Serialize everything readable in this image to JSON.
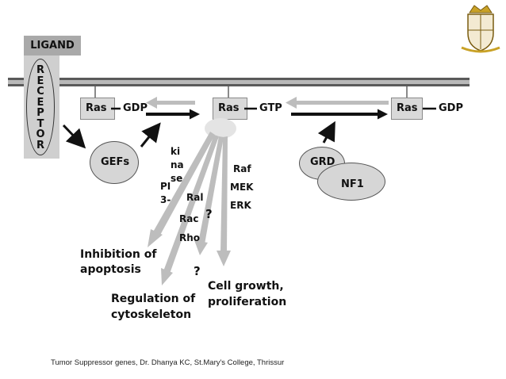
{
  "diagram": {
    "ligand": "LIGAND",
    "receptor_letters": [
      "R",
      "E",
      "C",
      "E",
      "P",
      "T",
      "O",
      "R"
    ],
    "ras_left": "Ras",
    "gdp_left": "GDP",
    "ras_center": "Ras",
    "gtp": "GTP",
    "ras_right": "Ras",
    "gdp_right": "GDP",
    "gefs": "GEFs",
    "grd": "GRD",
    "nf1": "NF1",
    "pi3_kinase": [
      "ki",
      "na",
      "se",
      "PI",
      "3-"
    ],
    "ral_rac_rho": [
      "Ral",
      "Rac",
      "Rho"
    ],
    "raf_mek_erk": [
      "Raf",
      "MEK",
      "ERK"
    ],
    "question_marks": [
      "?",
      "?"
    ],
    "outcome_apoptosis": [
      "Inhibition of",
      "apoptosis"
    ],
    "outcome_cytoskeleton": [
      "Regulation of",
      "cytoskeleton"
    ],
    "outcome_growth": [
      "Cell growth,",
      "proliferation"
    ]
  },
  "footer": "Tumor Suppressor genes, Dr. Dhanya KC, St.Mary's College, Thrissur",
  "logo_icon": "college-crest-icon",
  "colors": {
    "arrow_gray": "#bdbdbd",
    "box_fill": "#d9d9d9",
    "membrane": "#5a5a5a"
  }
}
